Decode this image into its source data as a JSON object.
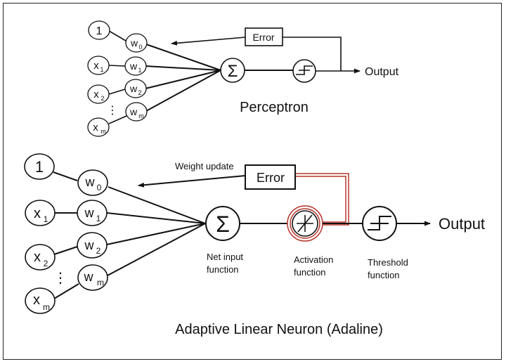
{
  "perceptron": {
    "title": "Perceptron",
    "inputs": [
      {
        "text": "1",
        "sub": ""
      },
      {
        "text": "x",
        "sub": "1"
      },
      {
        "text": "x",
        "sub": "2"
      },
      {
        "text": "x",
        "sub": "m"
      }
    ],
    "weights": [
      {
        "text": "w",
        "sub": "0"
      },
      {
        "text": "w",
        "sub": "1"
      },
      {
        "text": "w",
        "sub": "2"
      },
      {
        "text": "w",
        "sub": "m"
      }
    ],
    "sum_symbol": "Σ",
    "error_label": "Error",
    "output_label": "Output",
    "dots": "⋮"
  },
  "adaline": {
    "title": "Adaptive Linear Neuron (Adaline)",
    "inputs": [
      {
        "text": "1",
        "sub": ""
      },
      {
        "text": "x",
        "sub": "1"
      },
      {
        "text": "x",
        "sub": "2"
      },
      {
        "text": "x",
        "sub": "m"
      }
    ],
    "weights": [
      {
        "text": "w",
        "sub": "0"
      },
      {
        "text": "w",
        "sub": "1"
      },
      {
        "text": "w",
        "sub": "2"
      },
      {
        "text": "w",
        "sub": "m"
      }
    ],
    "sum_symbol": "Σ",
    "error_label": "Error",
    "weight_update_label": "Weight update",
    "output_label": "Output",
    "net_input_label": [
      "Net input",
      "function"
    ],
    "activation_label": [
      "Activation",
      "function"
    ],
    "threshold_label": [
      "Threshold",
      "function"
    ],
    "dots": "⋮"
  },
  "colors": {
    "activation_highlight": "#b5332a",
    "stroke": "#111111"
  }
}
